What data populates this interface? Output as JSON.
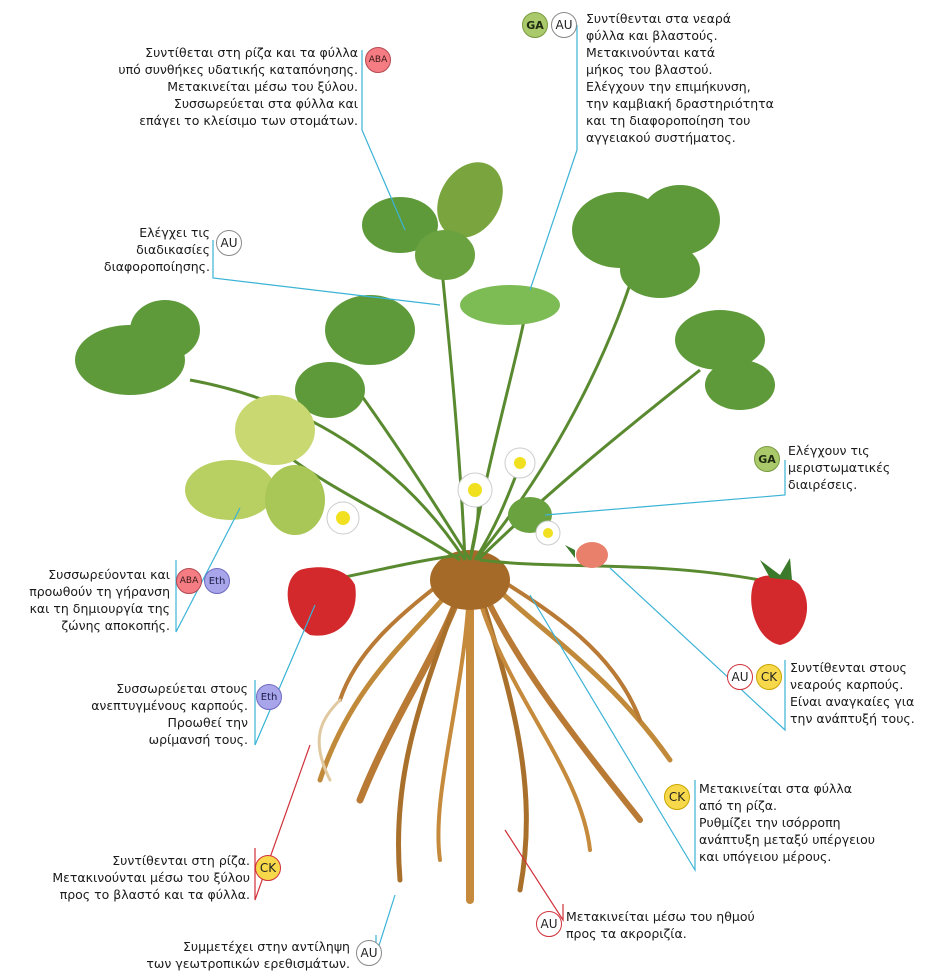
{
  "colors": {
    "aba": "#f47c82",
    "ga": "#a9c96a",
    "au": "#ffffff",
    "ck": "#f6d84a",
    "eth": "#a8a5ea",
    "line_blue": "#3bb3d6",
    "line_red": "#d0313a",
    "leaf": "#5e9a3a",
    "leaf_dark": "#2f5d1c",
    "strawberry": "#d3282c",
    "root": "#c08a3a"
  },
  "badges": {
    "aba": "ABA",
    "ga": "GA",
    "au": "AU",
    "ck": "CK",
    "eth": "Eth"
  },
  "annotations": {
    "aba_leaf": "Συντίθεται στη ρίζα και τα φύλλα\nυπό συνθήκες υδατικής καταπόνησης.\nΜετακινείται μέσω του ξύλου.\nΣυσσωρεύεται στα φύλλα και\nεπάγει το κλείσιμο των στομάτων.",
    "ga_au_young": "Συντίθενται στα νεαρά\nφύλλα και βλαστούς.\nΜετακινούνται κατά\nμήκος του βλαστού.\nΕλέγχουν την επιμήκυνση,\nτην καμβιακή δραστηριότητα\nκαι τη διαφοροποίηση του\nαγγειακού συστήματος.",
    "au_diff": "Ελέγχει τις\nδιαδικασίες\nδιαφοροποίησης.",
    "ga_meristem": "Ελέγχουν τις\nμεριστωματικές\nδιαιρέσεις.",
    "aba_eth": "Συσσωρεύονται και\nπροωθούν τη γήρανση\nκαι τη δημιουργία της\nζώνης αποκοπής.",
    "au_ck_fruit": "Συντίθενται στους\nνεαρούς καρπούς.\nΕίναι αναγκαίες για\nτην ανάπτυξή τους.",
    "eth_fruit": "Συσσωρεύεται στους\nανεπτυγμένους καρπούς.\nΠροωθεί την\nωρίμανσή τους.",
    "ck_leaves": "Μετακινείται στα φύλλα\nαπό τη ρίζα.\nΡυθμίζει την ισόρροπη\nανάπτυξη μεταξύ υπέργειου\nκαι υπόγειου μέρους.",
    "ck_root": "Συντίθενται στη ρίζα.\nΜετακινούνται μέσω του ξύλου\nπρος το βλαστό και τα φύλλα.",
    "au_phloem": "Μετακινείται μέσω του ηθμού\nπρος τα ακροριζία.",
    "au_gravi": "Συμμετέχει στην αντίληψη\nτων γεωτροπικών ερεθισμάτων."
  }
}
